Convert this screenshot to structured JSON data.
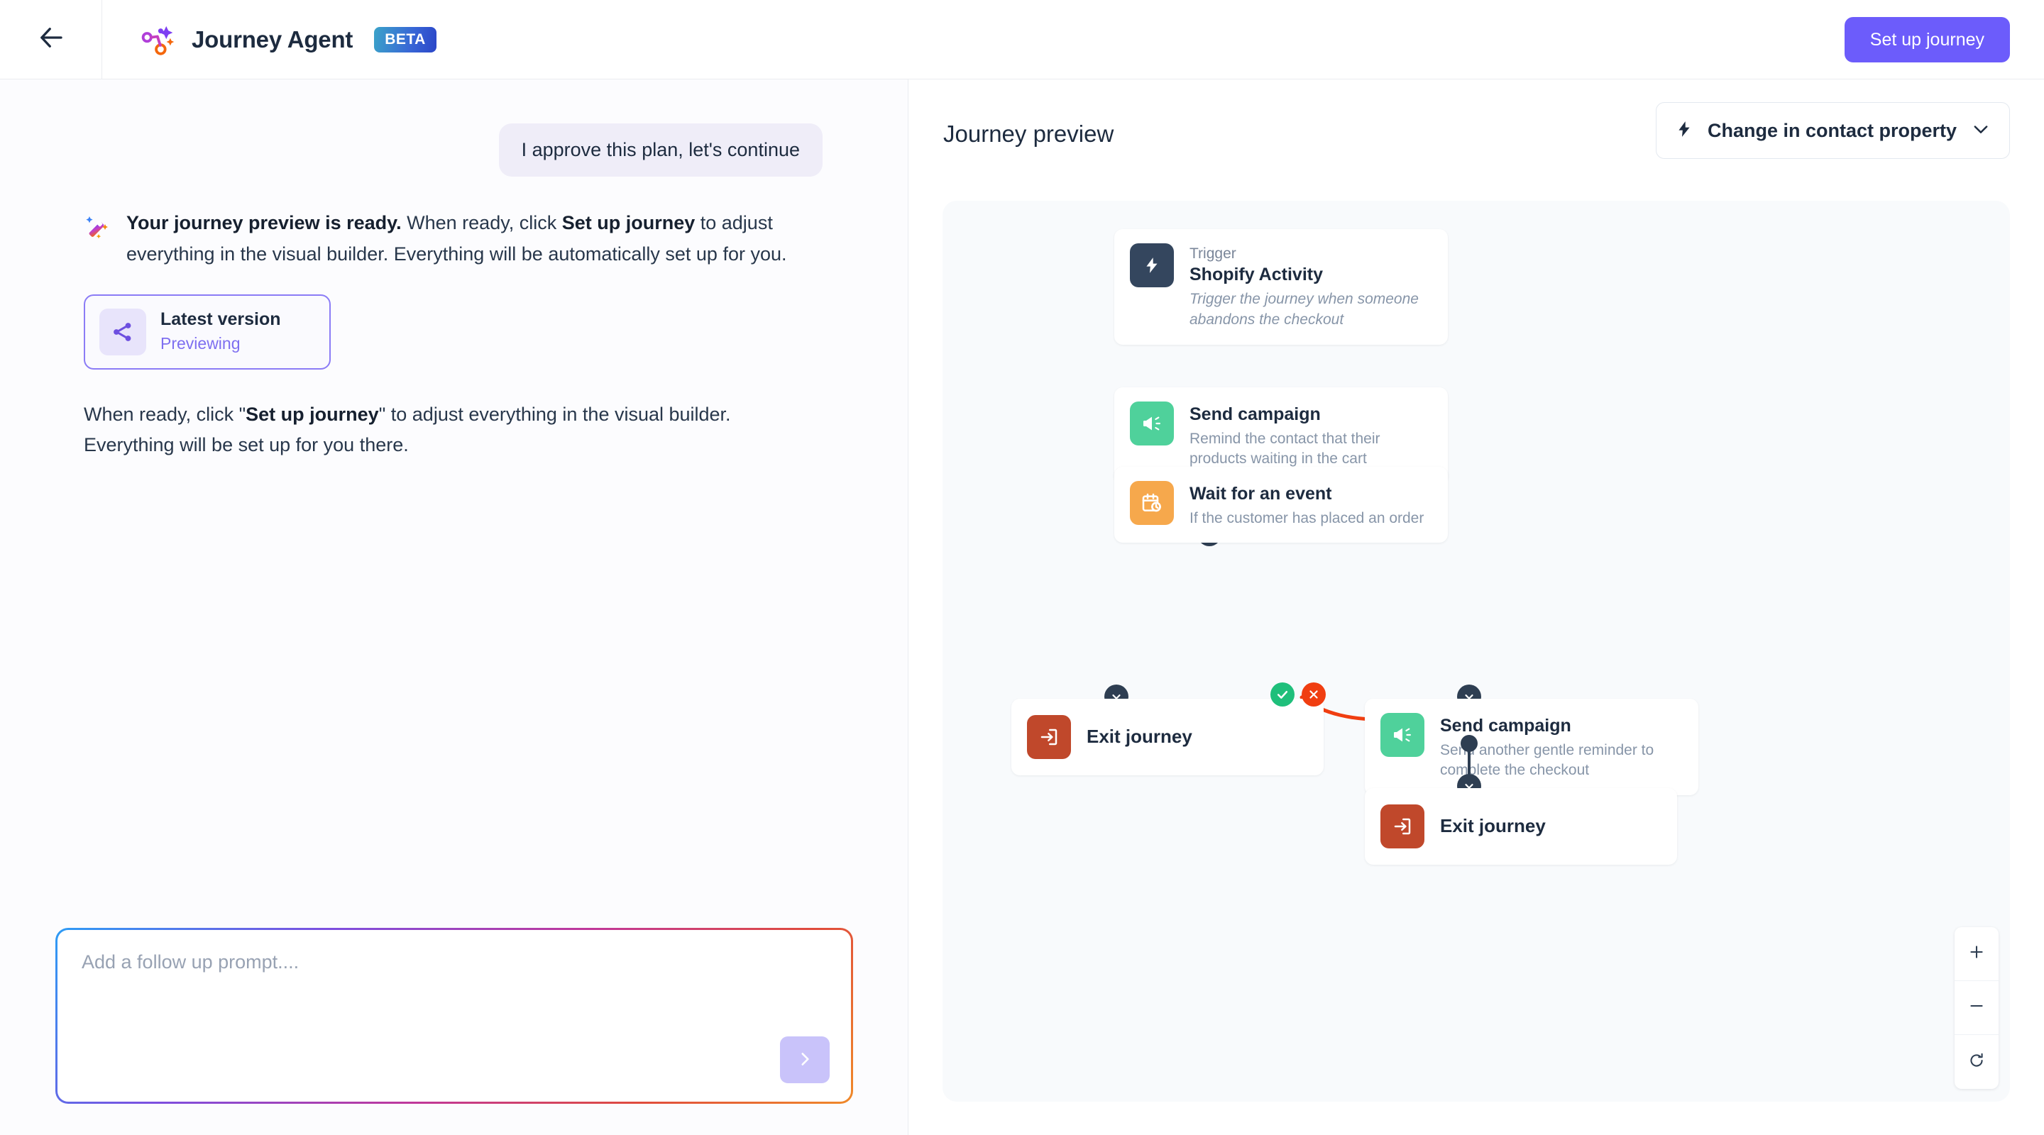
{
  "header": {
    "back_icon": "arrow-left-icon",
    "logo_icon": "journey-agent-logo-icon",
    "title": "Journey Agent",
    "badge": "BETA",
    "setup_button": "Set up journey",
    "accent_color": "#6C5CFB"
  },
  "chat": {
    "user_message": "I approve this plan, let's continue",
    "assistant_icon": "magic-wand-icon",
    "assistant_message_bold": "Your journey preview is ready.",
    "assistant_message_rest": " When ready, click ",
    "assistant_message_bold2": "Set up journey",
    "assistant_message_rest2": " to adjust everything in the visual builder. Everything will be automatically set up for you.",
    "version_card": {
      "icon": "share-nodes-icon",
      "name": "Latest version",
      "status": "Previewing",
      "border_color": "#8B7CF6"
    },
    "closing_pre": "When ready, click \"",
    "closing_bold": "Set up journey",
    "closing_post": "\" to adjust everything in the visual builder. Everything will be set up for you there.",
    "input_placeholder": "Add a follow up prompt....",
    "input_value": "",
    "send_icon": "chevron-right-icon"
  },
  "preview": {
    "title": "Journey preview",
    "trigger_select": {
      "icon": "lightning-bolt-icon",
      "label": "Change in contact property",
      "chevron": "chevron-down-icon"
    },
    "zoom_controls": {
      "zoom_in": "plus-icon",
      "zoom_out": "minus-icon",
      "reset": "reset-icon"
    },
    "nodes": {
      "trigger": {
        "icon": "lightning-bolt-icon",
        "icon_color": "#34465E",
        "kicker": "Trigger",
        "title": "Shopify Activity",
        "desc": "Trigger the journey when someone abandons the checkout"
      },
      "send_campaign_1": {
        "icon": "megaphone-icon",
        "icon_color": "#4FD19B",
        "title": "Send campaign",
        "desc": "Remind the contact that their products waiting in the cart"
      },
      "wait_event": {
        "icon": "calendar-clock-icon",
        "icon_color": "#F6A84C",
        "title": "Wait for an event",
        "desc": "If the customer has placed an order"
      },
      "exit_left": {
        "icon": "exit-arrow-icon",
        "icon_color": "#C0482B",
        "title": "Exit journey"
      },
      "send_campaign_2": {
        "icon": "megaphone-icon",
        "icon_color": "#4FD19B",
        "title": "Send campaign",
        "desc": "Send another gentle reminder to complete the checkout"
      },
      "exit_right": {
        "icon": "exit-arrow-icon",
        "icon_color": "#C0482B",
        "title": "Exit journey"
      }
    },
    "branch_labels": {
      "yes_icon": "check-circle-icon",
      "yes_color": "#1FBF7B",
      "no_icon": "x-circle-icon",
      "no_color": "#F03E11"
    }
  }
}
